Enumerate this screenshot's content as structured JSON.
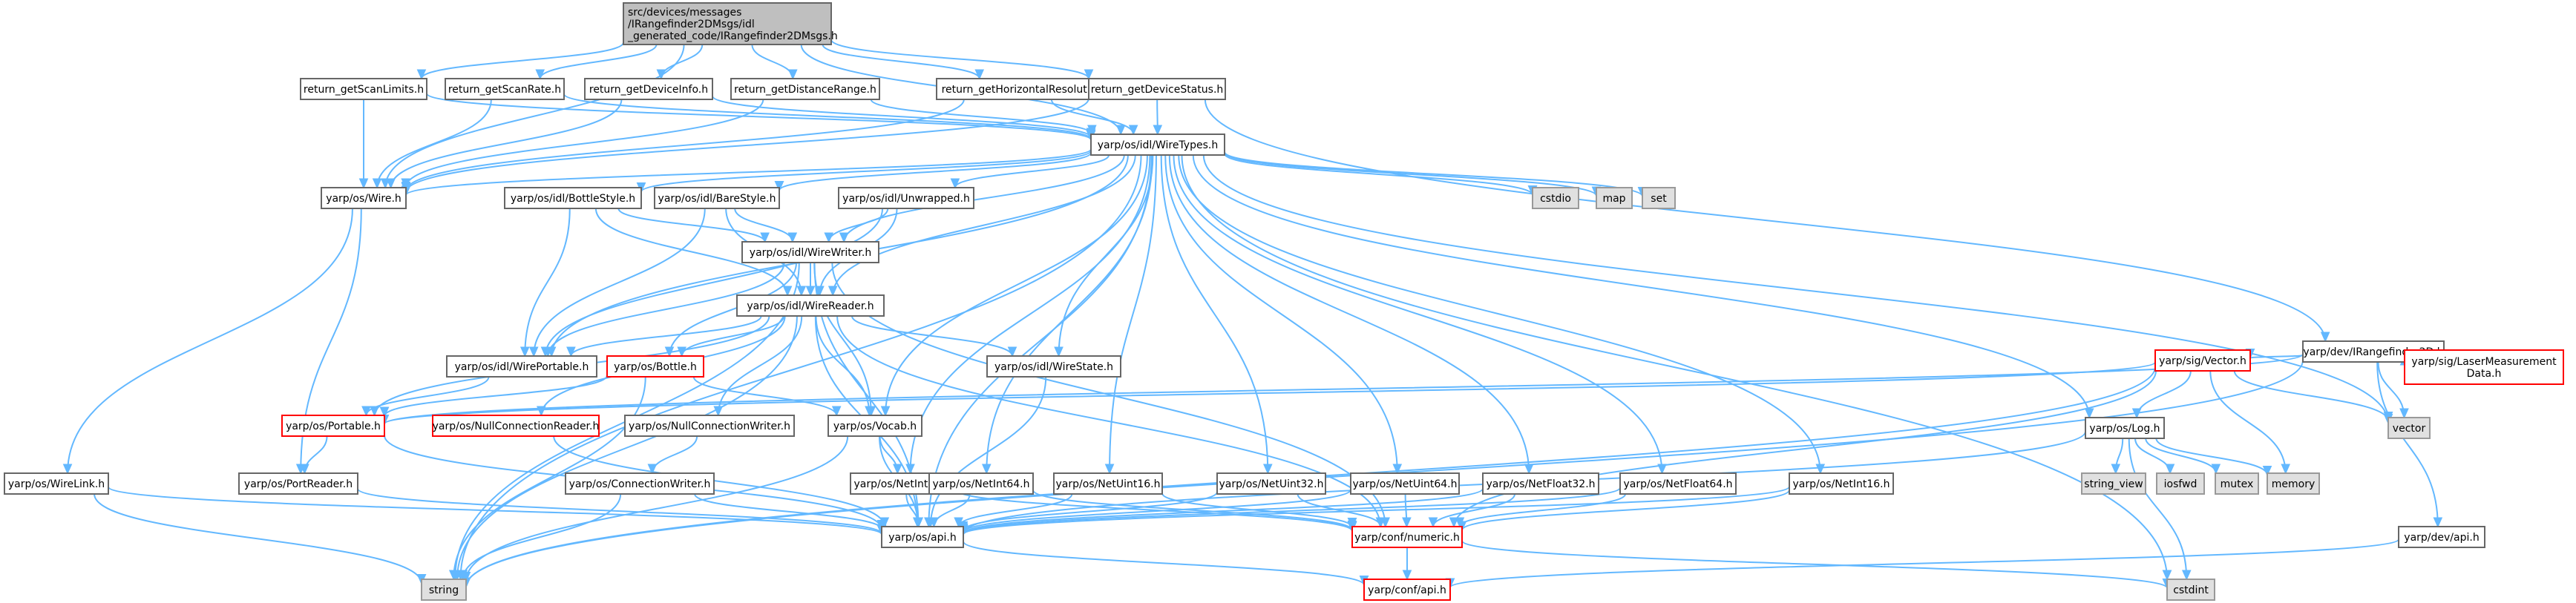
{
  "colors": {
    "edge": "#63b8ff",
    "normal_border": "#666666",
    "normal_fill": "#ffffff",
    "root_fill": "#bfbfbf",
    "root_border": "#666666",
    "external_fill": "#e0e0e0",
    "external_border": "#999999",
    "truncated_border": "#ff0000"
  },
  "nodes": [
    {
      "id": "root",
      "lines": [
        "src/devices/messages",
        "/IRangefinder2DMsgs/idl",
        "_generated_code/IRangefinder2DMsgs.h"
      ],
      "kind": "root"
    },
    {
      "id": "gsl",
      "lines": [
        "return_getScanLimits.h"
      ],
      "kind": "normal"
    },
    {
      "id": "gsr",
      "lines": [
        "return_getScanRate.h"
      ],
      "kind": "normal"
    },
    {
      "id": "gdi",
      "lines": [
        "return_getDeviceInfo.h"
      ],
      "kind": "normal"
    },
    {
      "id": "gdr",
      "lines": [
        "return_getDistanceRange.h"
      ],
      "kind": "normal"
    },
    {
      "id": "ghr",
      "lines": [
        "return_getHorizontalResolution.h"
      ],
      "kind": "normal"
    },
    {
      "id": "gds",
      "lines": [
        "return_getDeviceStatus.h"
      ],
      "kind": "normal"
    },
    {
      "id": "wiretypes",
      "lines": [
        "yarp/os/idl/WireTypes.h"
      ],
      "kind": "normal"
    },
    {
      "id": "wire",
      "lines": [
        "yarp/os/Wire.h"
      ],
      "kind": "normal"
    },
    {
      "id": "bottlestyle",
      "lines": [
        "yarp/os/idl/BottleStyle.h"
      ],
      "kind": "normal"
    },
    {
      "id": "barestyle",
      "lines": [
        "yarp/os/idl/BareStyle.h"
      ],
      "kind": "normal"
    },
    {
      "id": "unwrapped",
      "lines": [
        "yarp/os/idl/Unwrapped.h"
      ],
      "kind": "normal"
    },
    {
      "id": "cstdio",
      "lines": [
        "cstdio"
      ],
      "kind": "external"
    },
    {
      "id": "map",
      "lines": [
        "map"
      ],
      "kind": "external"
    },
    {
      "id": "set",
      "lines": [
        "set"
      ],
      "kind": "external"
    },
    {
      "id": "wirewriter",
      "lines": [
        "yarp/os/idl/WireWriter.h"
      ],
      "kind": "normal"
    },
    {
      "id": "wirereader",
      "lines": [
        "yarp/os/idl/WireReader.h"
      ],
      "kind": "normal"
    },
    {
      "id": "wireportable",
      "lines": [
        "yarp/os/idl/WirePortable.h"
      ],
      "kind": "normal"
    },
    {
      "id": "bottle",
      "lines": [
        "yarp/os/Bottle.h"
      ],
      "kind": "truncated"
    },
    {
      "id": "wirestate",
      "lines": [
        "yarp/os/idl/WireState.h"
      ],
      "kind": "normal"
    },
    {
      "id": "portable",
      "lines": [
        "yarp/os/Portable.h"
      ],
      "kind": "truncated"
    },
    {
      "id": "nullconnreader",
      "lines": [
        "yarp/os/NullConnectionReader.h"
      ],
      "kind": "truncated"
    },
    {
      "id": "nullconnwriter",
      "lines": [
        "yarp/os/NullConnectionWriter.h"
      ],
      "kind": "normal"
    },
    {
      "id": "vocab",
      "lines": [
        "yarp/os/Vocab.h"
      ],
      "kind": "normal"
    },
    {
      "id": "wirelink",
      "lines": [
        "yarp/os/WireLink.h"
      ],
      "kind": "normal"
    },
    {
      "id": "portreader",
      "lines": [
        "yarp/os/PortReader.h"
      ],
      "kind": "normal"
    },
    {
      "id": "connwriter",
      "lines": [
        "yarp/os/ConnectionWriter.h"
      ],
      "kind": "normal"
    },
    {
      "id": "netint32",
      "lines": [
        "yarp/os/NetInt32.h"
      ],
      "kind": "normal"
    },
    {
      "id": "netint64",
      "lines": [
        "yarp/os/NetInt64.h"
      ],
      "kind": "normal"
    },
    {
      "id": "netuint16",
      "lines": [
        "yarp/os/NetUint16.h"
      ],
      "kind": "normal"
    },
    {
      "id": "netuint32",
      "lines": [
        "yarp/os/NetUint32.h"
      ],
      "kind": "normal"
    },
    {
      "id": "netuint64",
      "lines": [
        "yarp/os/NetUint64.h"
      ],
      "kind": "normal"
    },
    {
      "id": "netfloat32",
      "lines": [
        "yarp/os/NetFloat32.h"
      ],
      "kind": "normal"
    },
    {
      "id": "netfloat64",
      "lines": [
        "yarp/os/NetFloat64.h"
      ],
      "kind": "normal"
    },
    {
      "id": "netint16",
      "lines": [
        "yarp/os/NetInt16.h"
      ],
      "kind": "normal"
    },
    {
      "id": "osapi",
      "lines": [
        "yarp/os/api.h"
      ],
      "kind": "normal"
    },
    {
      "id": "numeric",
      "lines": [
        "yarp/conf/numeric.h"
      ],
      "kind": "truncated"
    },
    {
      "id": "string",
      "lines": [
        "string"
      ],
      "kind": "external"
    },
    {
      "id": "confapi",
      "lines": [
        "yarp/conf/api.h"
      ],
      "kind": "truncated"
    },
    {
      "id": "cstdint",
      "lines": [
        "cstdint"
      ],
      "kind": "external"
    },
    {
      "id": "log",
      "lines": [
        "yarp/os/Log.h"
      ],
      "kind": "normal"
    },
    {
      "id": "string_view",
      "lines": [
        "string_view"
      ],
      "kind": "external"
    },
    {
      "id": "iosfwd",
      "lines": [
        "iosfwd"
      ],
      "kind": "external"
    },
    {
      "id": "mutex",
      "lines": [
        "mutex"
      ],
      "kind": "external"
    },
    {
      "id": "memory",
      "lines": [
        "memory"
      ],
      "kind": "external"
    },
    {
      "id": "irangefinder2d",
      "lines": [
        "yarp/dev/IRangefinder2D.h"
      ],
      "kind": "normal"
    },
    {
      "id": "sigvector",
      "lines": [
        "yarp/sig/Vector.h"
      ],
      "kind": "truncated"
    },
    {
      "id": "lasermeas",
      "lines": [
        "yarp/sig/LaserMeasurement",
        "Data.h"
      ],
      "kind": "truncated"
    },
    {
      "id": "vector",
      "lines": [
        "vector"
      ],
      "kind": "external"
    },
    {
      "id": "devapi",
      "lines": [
        "yarp/dev/api.h"
      ],
      "kind": "normal"
    }
  ],
  "edges": [
    [
      "root",
      "gsl"
    ],
    [
      "root",
      "gsr"
    ],
    [
      "root",
      "gdi"
    ],
    [
      "root",
      "gdr"
    ],
    [
      "root",
      "ghr"
    ],
    [
      "root",
      "gds"
    ],
    [
      "root",
      "wiretypes"
    ],
    [
      "root",
      "wire"
    ],
    [
      "gsl",
      "wire"
    ],
    [
      "gsl",
      "wiretypes"
    ],
    [
      "gsr",
      "wire"
    ],
    [
      "gsr",
      "wiretypes"
    ],
    [
      "gdi",
      "wire"
    ],
    [
      "gdi",
      "wiretypes"
    ],
    [
      "gdr",
      "wire"
    ],
    [
      "gdr",
      "wiretypes"
    ],
    [
      "ghr",
      "wire"
    ],
    [
      "ghr",
      "wiretypes"
    ],
    [
      "gds",
      "wire"
    ],
    [
      "gds",
      "wiretypes"
    ],
    [
      "gds",
      "irangefinder2d"
    ],
    [
      "wiretypes",
      "wire"
    ],
    [
      "wiretypes",
      "bottlestyle"
    ],
    [
      "wiretypes",
      "barestyle"
    ],
    [
      "wiretypes",
      "unwrapped"
    ],
    [
      "wiretypes",
      "wirewriter"
    ],
    [
      "wiretypes",
      "wirereader"
    ],
    [
      "wiretypes",
      "wireportable"
    ],
    [
      "wiretypes",
      "wirestate"
    ],
    [
      "wiretypes",
      "cstdio"
    ],
    [
      "wiretypes",
      "map"
    ],
    [
      "wiretypes",
      "set"
    ],
    [
      "wiretypes",
      "string"
    ],
    [
      "wiretypes",
      "vector"
    ],
    [
      "wiretypes",
      "cstdint"
    ],
    [
      "wiretypes",
      "log"
    ],
    [
      "wiretypes",
      "vocab"
    ],
    [
      "wiretypes",
      "osapi"
    ],
    [
      "wiretypes",
      "netint32"
    ],
    [
      "wiretypes",
      "netint64"
    ],
    [
      "wiretypes",
      "netuint16"
    ],
    [
      "wiretypes",
      "netuint32"
    ],
    [
      "wiretypes",
      "netuint64"
    ],
    [
      "wiretypes",
      "netfloat32"
    ],
    [
      "wiretypes",
      "netfloat64"
    ],
    [
      "wiretypes",
      "netint16"
    ],
    [
      "wire",
      "wirelink"
    ],
    [
      "wire",
      "portreader"
    ],
    [
      "bottlestyle",
      "wirewriter"
    ],
    [
      "bottlestyle",
      "wirereader"
    ],
    [
      "bottlestyle",
      "wireportable"
    ],
    [
      "barestyle",
      "wirewriter"
    ],
    [
      "barestyle",
      "wirereader"
    ],
    [
      "barestyle",
      "wireportable"
    ],
    [
      "unwrapped",
      "wirewriter"
    ],
    [
      "unwrapped",
      "wirereader"
    ],
    [
      "unwrapped",
      "wireportable"
    ],
    [
      "wirewriter",
      "wirereader"
    ],
    [
      "wirewriter",
      "wireportable"
    ],
    [
      "wirewriter",
      "bottle"
    ],
    [
      "wirewriter",
      "vocab"
    ],
    [
      "wirewriter",
      "osapi"
    ],
    [
      "wirewriter",
      "numeric"
    ],
    [
      "wirewriter",
      "string"
    ],
    [
      "wirereader",
      "wireportable"
    ],
    [
      "wirereader",
      "bottle"
    ],
    [
      "wirereader",
      "wirestate"
    ],
    [
      "wirereader",
      "nullconnreader"
    ],
    [
      "wirereader",
      "nullconnwriter"
    ],
    [
      "wirereader",
      "vocab"
    ],
    [
      "wirereader",
      "osapi"
    ],
    [
      "wirereader",
      "numeric"
    ],
    [
      "wirereader",
      "string"
    ],
    [
      "wirereader",
      "portable"
    ],
    [
      "wireportable",
      "portable"
    ],
    [
      "bottle",
      "portable"
    ],
    [
      "bottle",
      "vocab"
    ],
    [
      "bottle",
      "string"
    ],
    [
      "wirestate",
      "osapi"
    ],
    [
      "portable",
      "portreader"
    ],
    [
      "portable",
      "osapi"
    ],
    [
      "nullconnreader",
      "osapi"
    ],
    [
      "nullconnwriter",
      "connwriter"
    ],
    [
      "vocab",
      "netint32"
    ],
    [
      "vocab",
      "osapi"
    ],
    [
      "vocab",
      "string"
    ],
    [
      "wirelink",
      "osapi"
    ],
    [
      "wirelink",
      "string"
    ],
    [
      "portreader",
      "osapi"
    ],
    [
      "connwriter",
      "osapi"
    ],
    [
      "connwriter",
      "string"
    ],
    [
      "netint32",
      "osapi"
    ],
    [
      "netint32",
      "numeric"
    ],
    [
      "netint64",
      "osapi"
    ],
    [
      "netint64",
      "numeric"
    ],
    [
      "netuint16",
      "osapi"
    ],
    [
      "netuint16",
      "numeric"
    ],
    [
      "netuint32",
      "osapi"
    ],
    [
      "netuint32",
      "numeric"
    ],
    [
      "netuint64",
      "osapi"
    ],
    [
      "netuint64",
      "numeric"
    ],
    [
      "netfloat32",
      "osapi"
    ],
    [
      "netfloat32",
      "numeric"
    ],
    [
      "netfloat64",
      "osapi"
    ],
    [
      "netfloat64",
      "numeric"
    ],
    [
      "netint16",
      "osapi"
    ],
    [
      "netint16",
      "numeric"
    ],
    [
      "osapi",
      "confapi"
    ],
    [
      "numeric",
      "confapi"
    ],
    [
      "numeric",
      "cstdint"
    ],
    [
      "log",
      "osapi"
    ],
    [
      "log",
      "string_view"
    ],
    [
      "log",
      "iosfwd"
    ],
    [
      "log",
      "mutex"
    ],
    [
      "log",
      "memory"
    ],
    [
      "log",
      "cstdint"
    ],
    [
      "irangefinder2d",
      "sigvector"
    ],
    [
      "irangefinder2d",
      "lasermeas"
    ],
    [
      "irangefinder2d",
      "vector"
    ],
    [
      "irangefinder2d",
      "devapi"
    ],
    [
      "irangefinder2d",
      "portable"
    ],
    [
      "irangefinder2d",
      "string"
    ],
    [
      "sigvector",
      "log"
    ],
    [
      "sigvector",
      "vector"
    ],
    [
      "sigvector",
      "memory"
    ],
    [
      "sigvector",
      "string"
    ],
    [
      "sigvector",
      "portable"
    ],
    [
      "sigvector",
      "numeric"
    ],
    [
      "devapi",
      "confapi"
    ]
  ]
}
